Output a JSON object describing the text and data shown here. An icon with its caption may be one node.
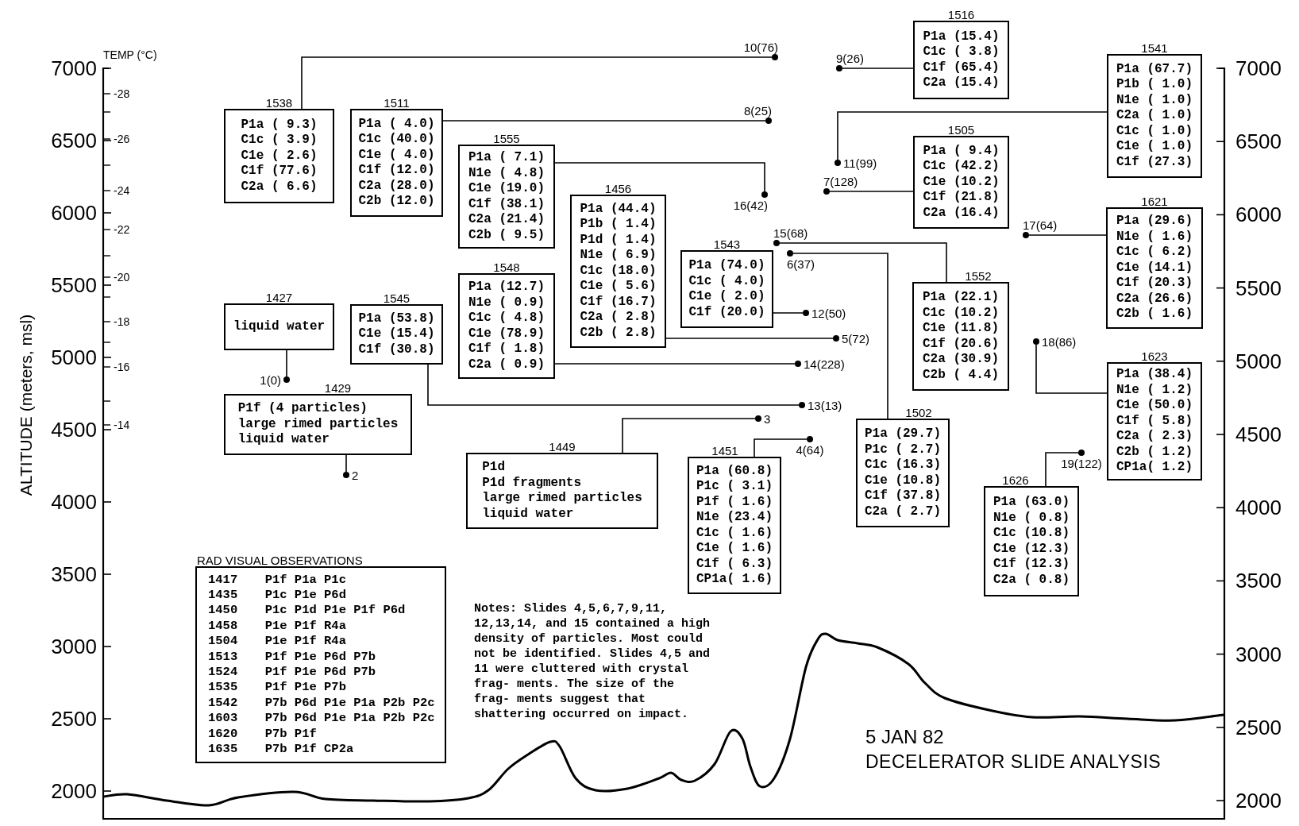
{
  "diagram": {
    "title": "DECELERATOR SLIDE ANALYSIS",
    "nodes": [
      {
        "text": [
          "1538",
          "P1a ( 9.3)",
          "C1c ( 3.9)",
          "C1e ( 2.6)",
          "C1f (77.6)",
          "C2a ( 6.6)"
        ]
      },
      {
        "text": [
          "1511",
          "P1a ( 4.0)",
          "C1c (40.0)",
          "C1e ( 4.0)",
          "C1f (12.0)",
          "C2a (28.0)",
          "C2b (12.0)"
        ]
      },
      {
        "text": [
          "1555",
          "P1a ( 7.1)",
          "N1e ( 4.8)",
          "C1e (19.0)",
          "C1f (38.1)",
          "C2a (21.4)",
          "C2b ( 9.5)"
        ]
      },
      {
        "text": [
          "1456",
          "P1a (44.4)",
          "P1b ( 1.4)",
          "P1d ( 1.4)",
          "N1e ( 6.9)",
          "C1c (18.0)",
          "C1e ( 5.6)",
          "C1f (16.7)",
          "C2a ( 2.8)",
          "C2b ( 2.8)"
        ]
      },
      {
        "text": [
          "1543",
          "P1a (74.0)",
          "C1c ( 4.0)",
          "C1e ( 2.0)",
          "C1f (20.0)"
        ]
      },
      {
        "text": [
          "1516",
          "P1a (15.4)",
          "C1c ( 3.8)",
          "C1f (65.4)",
          "C2a (15.4)"
        ]
      },
      {
        "text": [
          "1505",
          "P1a ( 9.4)",
          "C1c (42.2)",
          "C1e (10.2)",
          "C1f (21.8)",
          "C2a (16.4)"
        ]
      },
      {
        "text": [
          "1541",
          "P1a (67.7)",
          "P1b ( 1.0)",
          "N1e ( 1.0)",
          "C2a ( 1.0)",
          "C1c ( 1.0)",
          "C1e ( 1.0)",
          "C1f (27.3)"
        ]
      },
      {
        "text": [
          "1621",
          "P1a (29.6)",
          "N1e ( 1.6)",
          "C1c ( 6.2)",
          "C1e (14.1)",
          "C1f (20.3)",
          "C2a (26.6)",
          "C2b ( 1.6)"
        ]
      },
      {
        "text": [
          "1552",
          "P1a (22.1)",
          "C1c (10.2)",
          "C1e (11.8)",
          "C1f (20.6)",
          "C2a (30.9)",
          "C2b ( 4.4)"
        ]
      },
      {
        "text": [
          "1623",
          "P1a (38.4)",
          "N1e ( 1.2)",
          "C1e (50.0)",
          "C1f ( 5.8)",
          "C2a ( 2.3)",
          "C2b ( 1.2)",
          "CP1a( 1.2)"
        ]
      },
      {
        "text": [
          "1427",
          "liquid water"
        ]
      },
      {
        "text": [
          "1545",
          "P1a (53.8)",
          "C1e (15.4)",
          "C1f (30.8)"
        ]
      },
      {
        "text": [
          "1548",
          "P1a (12.7)",
          "N1e ( 0.9)",
          "C1c ( 4.8)",
          "C1e (78.9)",
          "C1f ( 1.8)",
          "C2a ( 0.9)"
        ]
      },
      {
        "text": [
          "1429",
          "P1f (4 particles)",
          "large rimed particles",
          "liquid water"
        ]
      },
      {
        "text": [
          "1449",
          "P1d",
          "P1d fragments",
          "large rimed particles",
          "liquid water"
        ]
      },
      {
        "text": [
          "1451",
          "P1a (60.8)",
          "P1c ( 3.1)",
          "P1f ( 1.6)",
          "N1e (23.4)",
          "C1c ( 1.6)",
          "C1e ( 1.6)",
          "C1f ( 6.3)",
          "CP1a( 1.6)"
        ]
      },
      {
        "text": [
          "1502",
          "P1a (29.7)",
          "P1c ( 2.7)",
          "C1c (16.3)",
          "C1e (10.8)",
          "C1f (37.8)",
          "C2a ( 2.7)"
        ]
      },
      {
        "text": [
          "1626",
          "P1a (63.0)",
          "N1e ( 0.8)",
          "C1c (10.8)",
          "C1e (12.3)",
          "C1f (12.3)",
          "C2a ( 0.8)"
        ]
      },
      {
        "text": [
          "RAD VISUAL OBSERVATIONS",
          "1417",
          "P1f P1a P1c",
          "1435",
          "P1c P1e P6d",
          "1450",
          "P1c P1d P1e P1f P6d",
          "1458",
          "P1e P1f R4a",
          "1504",
          "P1e P1f R4a",
          "1513",
          "P1f P1e P6d P7b",
          "1524",
          "P1f P1e P6d P7b",
          "1535",
          "P1f P1e P7b",
          "1542",
          "P7b P6d P1e P1a P2b P2c",
          "1603",
          "P7b P6d P1e P1a P2b P2c",
          "1620",
          "P7b P1f",
          "1635",
          "P7b P1f CP2a"
        ]
      },
      {
        "text": [],
        "shape": "circle",
        "beside": [
          "1(0)"
        ]
      },
      {
        "text": [],
        "shape": "circle",
        "beside": [
          "2"
        ]
      },
      {
        "text": [],
        "shape": "circle",
        "beside": [
          "3"
        ]
      },
      {
        "text": [],
        "shape": "circle",
        "beside": [
          "4(64)"
        ]
      },
      {
        "text": [],
        "shape": "circle",
        "beside": [
          "5(72)"
        ]
      },
      {
        "text": [],
        "shape": "circle",
        "beside": [
          "6(37)"
        ]
      },
      {
        "text": [],
        "shape": "circle",
        "beside": [
          "7(128)"
        ]
      },
      {
        "text": [],
        "shape": "circle",
        "beside": [
          "8(25)"
        ]
      },
      {
        "text": [],
        "shape": "circle",
        "beside": [
          "9(26)"
        ]
      },
      {
        "text": [],
        "shape": "circle",
        "beside": [
          "10(76)"
        ]
      },
      {
        "text": [],
        "shape": "circle",
        "beside": [
          "11(99)"
        ]
      },
      {
        "text": [],
        "shape": "circle",
        "beside": [
          "12(50)"
        ]
      },
      {
        "text": [],
        "shape": "circle",
        "beside": [
          "13(13)"
        ]
      },
      {
        "text": [],
        "shape": "circle",
        "beside": [
          "14(228)"
        ]
      },
      {
        "text": [],
        "shape": "circle",
        "beside": [
          "15(68)"
        ]
      },
      {
        "text": [],
        "shape": "circle",
        "beside": [
          "16(42)"
        ]
      },
      {
        "text": [],
        "shape": "circle",
        "beside": [
          "17(64)"
        ]
      },
      {
        "text": [],
        "shape": "circle",
        "beside": [
          "18(86)"
        ]
      },
      {
        "text": [],
        "shape": "circle",
        "beside": [
          "19(122)"
        ]
      }
    ],
    "edges": [
      {
        "from": 0,
        "to": 29,
        "arrow": "none"
      },
      {
        "from": 1,
        "to": 27,
        "arrow": "none"
      },
      {
        "from": 2,
        "to": 35,
        "arrow": "none"
      },
      {
        "from": 4,
        "to": 31,
        "arrow": "none"
      },
      {
        "from": 3,
        "to": 24,
        "arrow": "none"
      },
      {
        "from": 13,
        "to": 33,
        "arrow": "none"
      },
      {
        "from": 12,
        "to": 32,
        "arrow": "none"
      },
      {
        "from": 11,
        "to": 20,
        "arrow": "none"
      },
      {
        "from": 14,
        "to": 21,
        "arrow": "none"
      },
      {
        "from": 15,
        "to": 22,
        "arrow": "none"
      },
      {
        "from": 16,
        "to": 23,
        "arrow": "none"
      },
      {
        "from": 5,
        "to": 28,
        "arrow": "none"
      },
      {
        "from": 7,
        "to": 30,
        "arrow": "none"
      },
      {
        "from": 6,
        "to": 26,
        "arrow": "none"
      },
      {
        "from": 9,
        "to": 34,
        "arrow": "none"
      },
      {
        "from": 17,
        "to": 25,
        "arrow": "none"
      },
      {
        "from": 8,
        "to": 36,
        "arrow": "none"
      },
      {
        "from": 10,
        "to": 37,
        "arrow": "none"
      },
      {
        "from": 18,
        "to": 38,
        "arrow": "none"
      }
    ],
    "labels": [
      "TEMP (°C)",
      "-28",
      "-26",
      "-24",
      "-22",
      "-20",
      "-18",
      "-16",
      "-14",
      "7000",
      "6500",
      "6000",
      "5500",
      "5000",
      "4500",
      "4000",
      "3500",
      "3000",
      "2500",
      "2000",
      "ALTITUDE (meters, msl)",
      "7000",
      "6500",
      "6000",
      "5500",
      "5000",
      "4500",
      "4000",
      "3500",
      "3000",
      "2500",
      "2000",
      "Notes: Slides 4,5,6,7,9,11, 12,13,14, and 15 contained a high density of particles. Most could not be identified. Slides 4,5 and 11 were cluttered with crystal frag- ments. The size of the frag- ments suggest that shattering occurred on impact.",
      "5 JAN 82"
    ]
  }
}
